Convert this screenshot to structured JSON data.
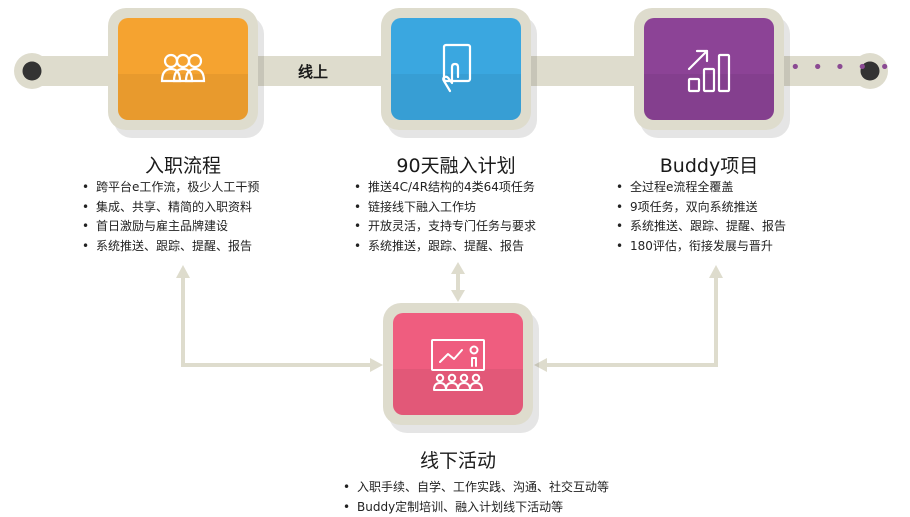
{
  "track_label": "线上",
  "continuation": "• • • • •",
  "colors": {
    "onboarding": "#f5a330",
    "integration": "#3aa7e0",
    "buddy": "#8c4396",
    "offline": "#ef5d7f",
    "track": "#dedccd",
    "endpoint": "#333333"
  },
  "nodes": {
    "onboarding": {
      "icon": "team-icon",
      "title": "入职流程",
      "bullets": [
        "跨平台e工作流，极少人工干预",
        "集成、共享、精简的入职资料",
        "首日激励与雇主品牌建设",
        "系统推送、跟踪、提醒、报告"
      ]
    },
    "integration": {
      "icon": "tablet-touch-icon",
      "title": "90天融入计划",
      "bullets": [
        "推送4C/4R结构的4类64项任务",
        "链接线下融入工作坊",
        "开放灵活，支持专门任务与要求",
        "系统推送，跟踪、提醒、报告"
      ]
    },
    "buddy": {
      "icon": "growth-chart-icon",
      "title": "Buddy项目",
      "bullets": [
        "全过程e流程全覆盖",
        "9项任务，双向系统推送",
        "系统推送、跟踪、提醒、报告",
        "180评估，衔接发展与晋升"
      ]
    },
    "offline": {
      "icon": "classroom-icon",
      "title": "线下活动",
      "bullets": [
        "入职手续、自学、工作实践、沟通、社交互动等",
        "Buddy定制培训、融入计划线下活动等"
      ]
    }
  }
}
